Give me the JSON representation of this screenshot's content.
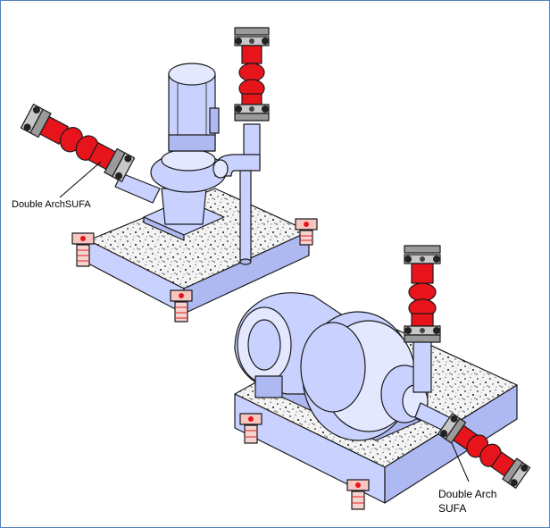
{
  "labels": {
    "top_left": "Double ArchSUFA",
    "bottom_right_line1": "Double Arch",
    "bottom_right_line2": "SUFA"
  },
  "colors": {
    "frame_border": "#4f81bd",
    "equipment_fill": "#c9d2ff",
    "connector_red": "#e8141b",
    "flange_gray": "#c8c8c8"
  }
}
